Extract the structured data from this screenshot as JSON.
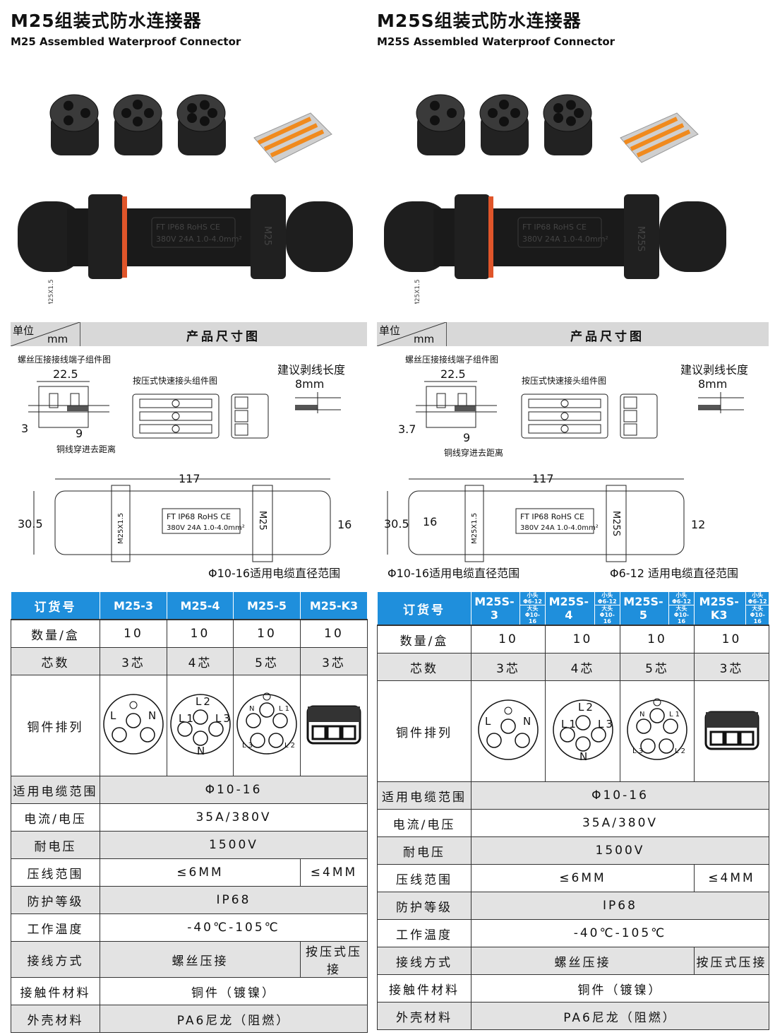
{
  "panels": [
    {
      "title": "M25组装式防水连接器",
      "subtitle": "M25 Assembled Waterproof Connector",
      "body_marks": {
        "thread": "M25X1.5",
        "cert": "FT IP68 RoHS CE",
        "rating": "380V 24A 1.0-4.0mm²",
        "model": "M25"
      },
      "dims": {
        "unit_label": "单位",
        "unit": "mm",
        "section_title": "产品尺寸图",
        "screw_title": "螺丝压接接线端子组件图",
        "screw_width": "22.5",
        "screw_height": "3",
        "screw_depth": "9",
        "copper_label": "铜线穿进去距离",
        "push_title": "按压式快速接头组件图",
        "strip_title": "建议剥线长度",
        "strip_len": "8mm",
        "length": "117",
        "height": "30.5",
        "cable_dia_left": "",
        "cable_dia_right": "16",
        "range_left": "",
        "range_right": "Φ10-16适用电缆直径范围"
      },
      "table": {
        "header_label": "订货号",
        "models": [
          {
            "name": "M25-3"
          },
          {
            "name": "M25-4"
          },
          {
            "name": "M25-5"
          },
          {
            "name": "M25-K3"
          }
        ],
        "rows": [
          {
            "label": "数量/盒",
            "cells": [
              {
                "text": "10"
              },
              {
                "text": "10"
              },
              {
                "text": "10"
              },
              {
                "text": "10"
              }
            ]
          },
          {
            "label": "芯数",
            "cells": [
              {
                "text": "3芯"
              },
              {
                "text": "4芯"
              },
              {
                "text": "5芯"
              },
              {
                "text": "3芯"
              }
            ]
          },
          {
            "label": "铜件排列",
            "pins": [
              {
                "icon": "pin-layout-3",
                "labels": [
                  "L",
                  "N"
                ]
              },
              {
                "icon": "pin-layout-4",
                "labels": [
                  "L1",
                  "L2",
                  "L3",
                  "N"
                ]
              },
              {
                "icon": "pin-layout-5",
                "labels": [
                  "N",
                  "L1",
                  "L3",
                  "L2"
                ]
              },
              {
                "icon": "push-terminal-3",
                "labels": []
              }
            ]
          },
          {
            "label": "适用电缆范围",
            "cells": [
              {
                "text": "Φ10-16",
                "span": 4
              }
            ]
          },
          {
            "label": "电流/电压",
            "cells": [
              {
                "text": "35A/380V",
                "span": 4
              }
            ]
          },
          {
            "label": "耐电压",
            "cells": [
              {
                "text": "1500V",
                "span": 4
              }
            ]
          },
          {
            "label": "压线范围",
            "cells": [
              {
                "text": "≤6MM",
                "span": 3
              },
              {
                "text": "≤4MM"
              }
            ]
          },
          {
            "label": "防护等级",
            "cells": [
              {
                "text": "IP68",
                "span": 4
              }
            ]
          },
          {
            "label": "工作温度",
            "cells": [
              {
                "text": "-40℃-105℃",
                "span": 4
              }
            ]
          },
          {
            "label": "接线方式",
            "cells": [
              {
                "text": "螺丝压接",
                "span": 3
              },
              {
                "text": "按压式压接"
              }
            ]
          },
          {
            "label": "接触件材料",
            "cells": [
              {
                "text": "铜件（镀镍）",
                "span": 4
              }
            ]
          },
          {
            "label": "外壳材料",
            "cells": [
              {
                "text": "PA6尼龙（阻燃）",
                "span": 4
              }
            ]
          }
        ]
      }
    },
    {
      "title": "M25S组装式防水连接器",
      "subtitle": "M25S Assembled Waterproof Connector",
      "body_marks": {
        "thread": "M25X1.5",
        "cert": "FT IP68 RoHS CE",
        "rating": "380V 24A 1.0-4.0mm²",
        "model": "M25S"
      },
      "dims": {
        "unit_label": "单位",
        "unit": "mm",
        "section_title": "产品尺寸图",
        "screw_title": "螺丝压接接线端子组件图",
        "screw_width": "22.5",
        "screw_height": "3.7",
        "screw_depth": "9",
        "copper_label": "铜线穿进去距离",
        "push_title": "按压式快速接头组件图",
        "strip_title": "建议剥线长度",
        "strip_len": "8mm",
        "length": "117",
        "height": "30.5",
        "cable_dia_left": "16",
        "cable_dia_right": "12",
        "range_left": "Φ10-16适用电缆直径范围",
        "range_right": "Φ6-12  适用电缆直径范围"
      },
      "table": {
        "header_label": "订货号",
        "models": [
          {
            "name": "M25S-3",
            "small": "小头",
            "small_range": "Φ6-12",
            "big": "大头",
            "big_range": "Φ10-16"
          },
          {
            "name": "M25S-4",
            "small": "小头",
            "small_range": "Φ6-12",
            "big": "大头",
            "big_range": "Φ10-16"
          },
          {
            "name": "M25S-5",
            "small": "小头",
            "small_range": "Φ6-12",
            "big": "大头",
            "big_range": "Φ10-16"
          },
          {
            "name": "M25S-K3",
            "small": "小头",
            "small_range": "Φ6-12",
            "big": "大头",
            "big_range": "Φ10-16"
          }
        ],
        "rows": [
          {
            "label": "数量/盒",
            "cells": [
              {
                "text": "10"
              },
              {
                "text": "10"
              },
              {
                "text": "10"
              },
              {
                "text": "10"
              }
            ]
          },
          {
            "label": "芯数",
            "cells": [
              {
                "text": "3芯"
              },
              {
                "text": "4芯"
              },
              {
                "text": "5芯"
              },
              {
                "text": "3芯"
              }
            ]
          },
          {
            "label": "铜件排列",
            "pins": [
              {
                "icon": "pin-layout-3",
                "labels": [
                  "L",
                  "N"
                ]
              },
              {
                "icon": "pin-layout-4",
                "labels": [
                  "L1",
                  "L2",
                  "L3",
                  "N"
                ]
              },
              {
                "icon": "pin-layout-5",
                "labels": [
                  "N",
                  "L1",
                  "L3",
                  "L2"
                ]
              },
              {
                "icon": "push-terminal-3",
                "labels": []
              }
            ]
          },
          {
            "label": "适用电缆范围",
            "cells": [
              {
                "text": "Φ10-16",
                "span": 4
              }
            ]
          },
          {
            "label": "电流/电压",
            "cells": [
              {
                "text": "35A/380V",
                "span": 4
              }
            ]
          },
          {
            "label": "耐电压",
            "cells": [
              {
                "text": "1500V",
                "span": 4
              }
            ]
          },
          {
            "label": "压线范围",
            "cells": [
              {
                "text": "≤6MM",
                "span": 3
              },
              {
                "text": "≤4MM"
              }
            ]
          },
          {
            "label": "防护等级",
            "cells": [
              {
                "text": "IP68",
                "span": 4
              }
            ]
          },
          {
            "label": "工作温度",
            "cells": [
              {
                "text": "-40℃-105℃",
                "span": 4
              }
            ]
          },
          {
            "label": "接线方式",
            "cells": [
              {
                "text": "螺丝压接",
                "span": 3
              },
              {
                "text": "按压式压接"
              }
            ]
          },
          {
            "label": "接触件材料",
            "cells": [
              {
                "text": "铜件（镀镍）",
                "span": 4
              }
            ]
          },
          {
            "label": "外壳材料",
            "cells": [
              {
                "text": "PA6尼龙（阻燃）",
                "span": 4
              }
            ]
          }
        ]
      }
    }
  ],
  "colors": {
    "header_blue": "#1f8fdc",
    "row_grey": "#e3e3e3",
    "bar_grey": "#d8d8d8",
    "body_black": "#1c1c1c",
    "seal_orange": "#e0552a",
    "terminal_orange": "#f08a1e"
  }
}
